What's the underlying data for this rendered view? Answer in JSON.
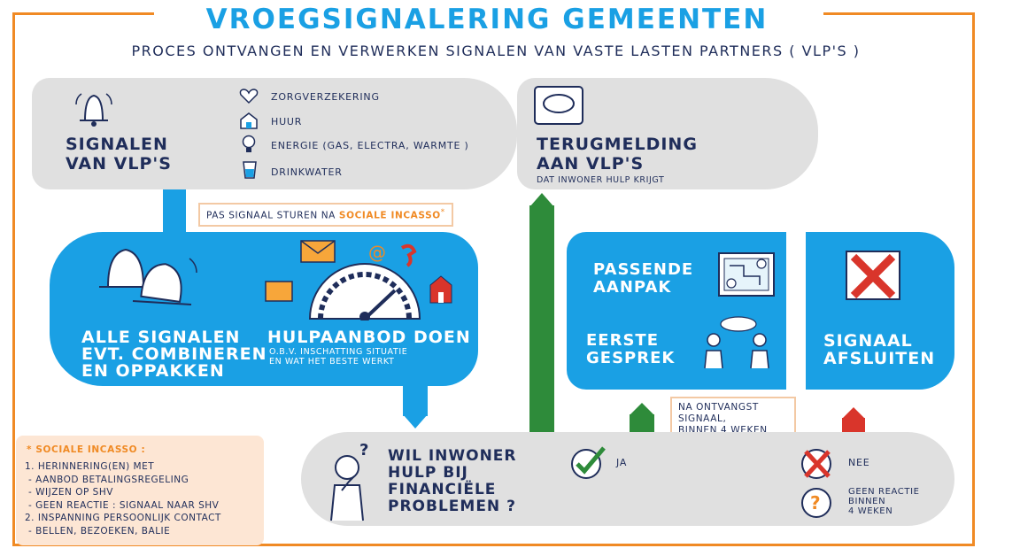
{
  "title": "VROEGSIGNALERING GEMEENTEN",
  "subtitle": "PROCES ONTVANGEN EN VERWERKEN SIGNALEN VAN VASTE LASTEN PARTNERS ( VLP'S )",
  "signals": {
    "heading_line1": "SIGNALEN",
    "heading_line2": "VAN VLP'S",
    "items": [
      "ZORGVERZEKERING",
      "HUUR",
      "ENERGIE  (GAS, ELECTRA, WARMTE )",
      "DRINKWATER"
    ]
  },
  "callout_incasso": {
    "text": "PAS SIGNAAL STUREN NA ",
    "highlight": "SOCIALE INCASSO",
    "mark": "*"
  },
  "feedback": {
    "heading_line1": "TERUGMELDING",
    "heading_line2": "AAN VLP'S",
    "sub": "DAT INWONER HULP KRIJGT"
  },
  "combine": {
    "line1": "ALLE SIGNALEN",
    "line2": "EVT. COMBINEREN",
    "line3": "EN OPPAKKEN"
  },
  "offer": {
    "heading": "HULPAANBOD DOEN",
    "sub1": "O.B.V. INSCHATTING SITUATIE",
    "sub2": "EN WAT HET BESTE WERKT"
  },
  "approach": {
    "line1": "PASSENDE",
    "line2": "AANPAK"
  },
  "conversation": {
    "line1": "EERSTE",
    "line2": "GESPREK"
  },
  "callout_weeks": {
    "line1": "NA ONTVANGST",
    "line2": "SIGNAAL,",
    "line3": "BINNEN 4 WEKEN"
  },
  "close": {
    "line1": "SIGNAAL",
    "line2": "AFSLUITEN"
  },
  "question": {
    "line1": "WIL INWONER",
    "line2": "HULP BIJ",
    "line3": "FINANCIËLE",
    "line4": "PROBLEMEN ?"
  },
  "answers": {
    "yes": "JA",
    "no": "NEE",
    "none_line1": "GEEN REACTIE",
    "none_line2": "BINNEN",
    "none_line3": "4 WEKEN"
  },
  "legend": {
    "title": "SOCIALE INCASSO :",
    "lines": [
      "1. HERINNERING(EN) MET",
      "- AANBOD BETALINGSREGELING",
      "- WIJZEN OP SHV",
      "- GEEN REACTIE : SIGNAAL NAAR SHV",
      "2. INSPANNING PERSOONLIJK CONTACT",
      "- BELLEN, BEZOEKEN, BALIE"
    ]
  },
  "colors": {
    "blue": "#1aa0e4",
    "grey": "#e0e0e0",
    "green": "#2e8b3a",
    "red": "#d9352b",
    "orange": "#f08a24",
    "navy": "#1f2d5a"
  }
}
